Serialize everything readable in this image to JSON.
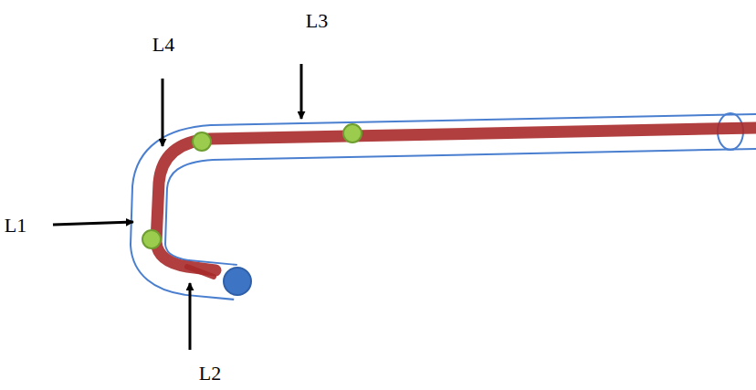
{
  "diagram": {
    "labels": [
      "L3",
      "L4",
      "L1",
      "L2"
    ]
  }
}
